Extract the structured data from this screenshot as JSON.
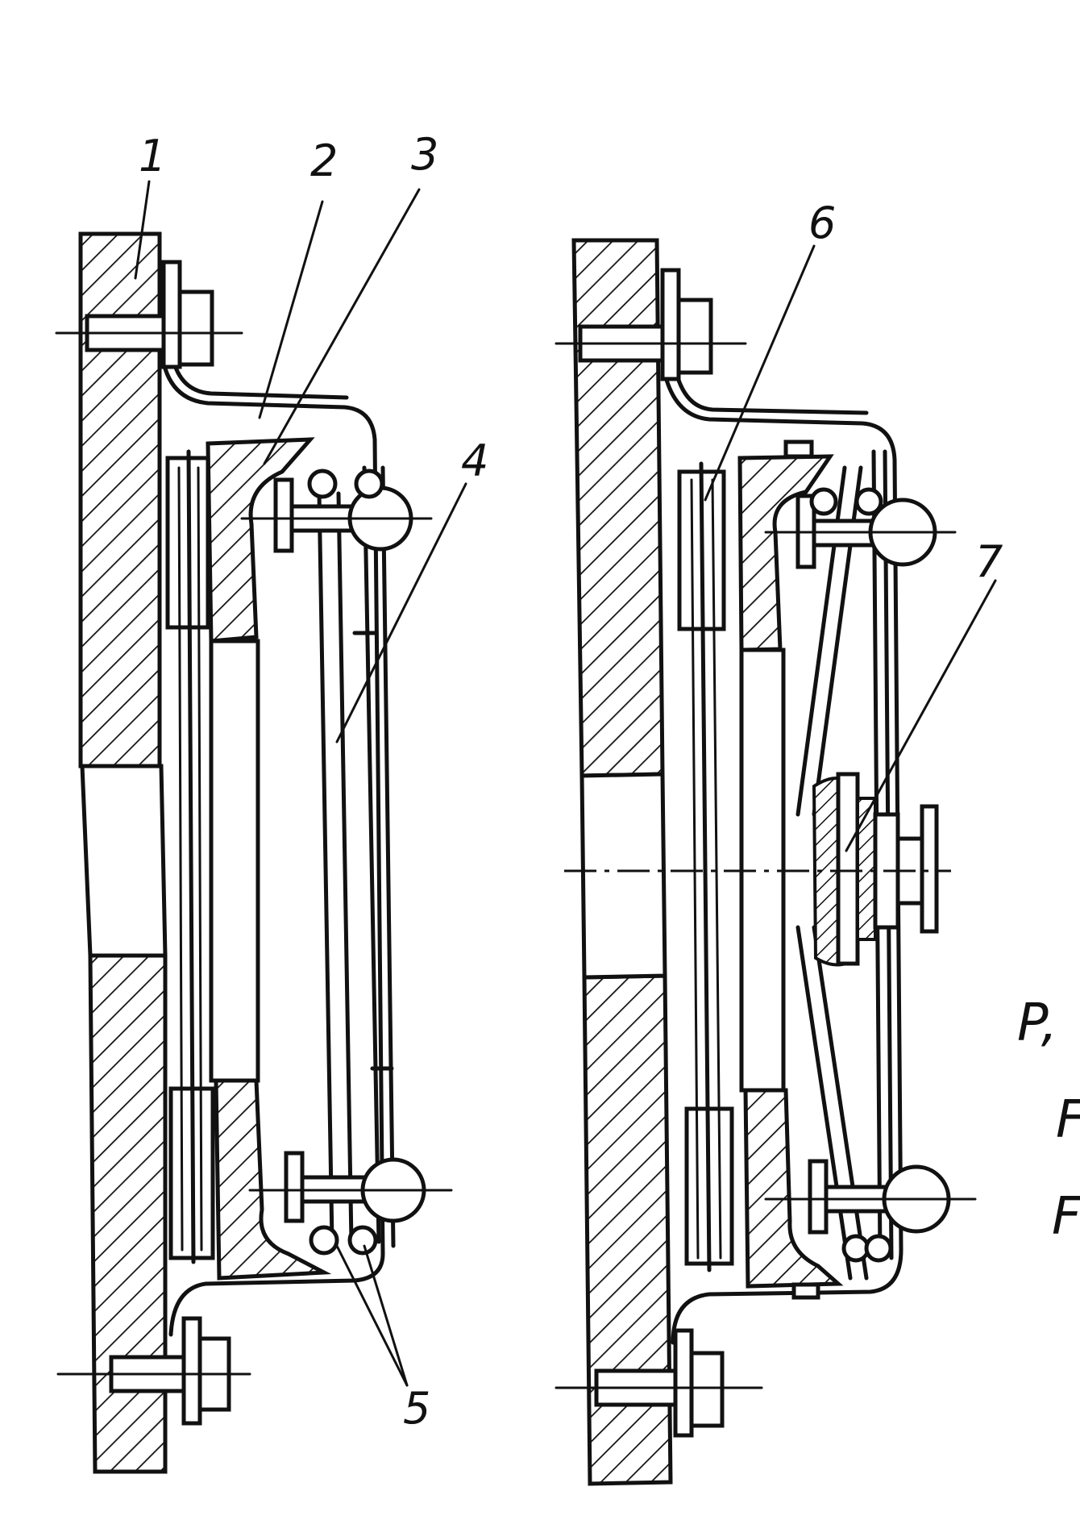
{
  "labels": {
    "n1": "1",
    "n2": "2",
    "n3": "3",
    "n4": "4",
    "n5": "5",
    "n6": "6",
    "n7": "7"
  },
  "side_text": {
    "line1": "P,",
    "line2": "F",
    "line3": "F"
  }
}
